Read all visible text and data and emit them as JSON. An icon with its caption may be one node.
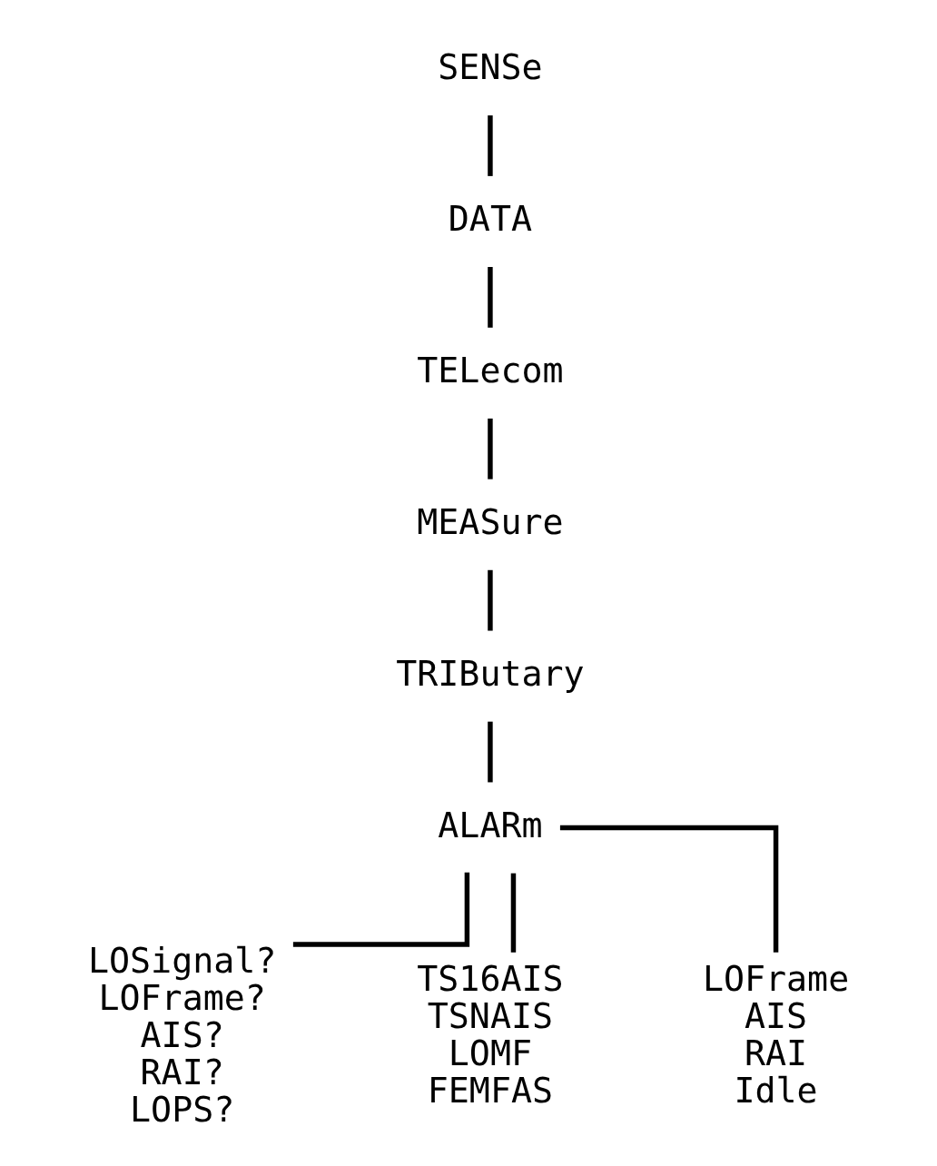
{
  "diagram": {
    "nodes": [
      {
        "text": [
          "SENSe"
        ]
      },
      {
        "text": [
          "DATA"
        ]
      },
      {
        "text": [
          "TELecom"
        ]
      },
      {
        "text": [
          "MEASure"
        ]
      },
      {
        "text": [
          "TRIButary"
        ]
      },
      {
        "text": [
          "ALARm"
        ]
      },
      {
        "text": [
          "LOSignal?",
          "LOFrame?",
          "AIS?",
          "RAI?",
          "LOPS?"
        ]
      },
      {
        "text": [
          "TS16AIS",
          "TSNAIS",
          "LOMF",
          "FEMFAS"
        ]
      },
      {
        "text": [
          "LOFrame",
          "AIS",
          "RAI",
          "Idle"
        ]
      }
    ],
    "edges": [
      {
        "from": 0,
        "to": 1,
        "arrow": "none"
      },
      {
        "from": 1,
        "to": 2,
        "arrow": "none"
      },
      {
        "from": 2,
        "to": 3,
        "arrow": "none"
      },
      {
        "from": 3,
        "to": 4,
        "arrow": "none"
      },
      {
        "from": 4,
        "to": 5,
        "arrow": "none"
      },
      {
        "from": 5,
        "to": 6,
        "arrow": "none"
      },
      {
        "from": 5,
        "to": 7,
        "arrow": "none"
      },
      {
        "from": 5,
        "to": 8,
        "arrow": "none"
      }
    ]
  }
}
